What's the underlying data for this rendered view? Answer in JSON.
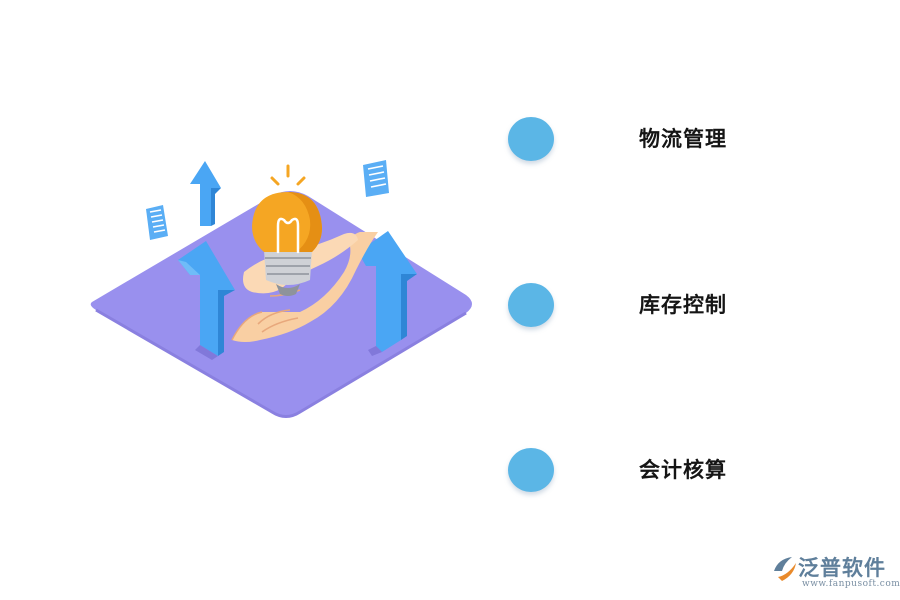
{
  "items": [
    {
      "label": "物流管理"
    },
    {
      "label": "库存控制"
    },
    {
      "label": "会计核算"
    }
  ],
  "logo": {
    "brand": "泛普软件",
    "url": "www.fanpusoft.com"
  },
  "colors": {
    "dot": "#5bb6e6",
    "platform": "#9990ee",
    "arrow": "#4aa6f4",
    "bulb": "#f5a623",
    "hand": "#f9cfa3"
  }
}
